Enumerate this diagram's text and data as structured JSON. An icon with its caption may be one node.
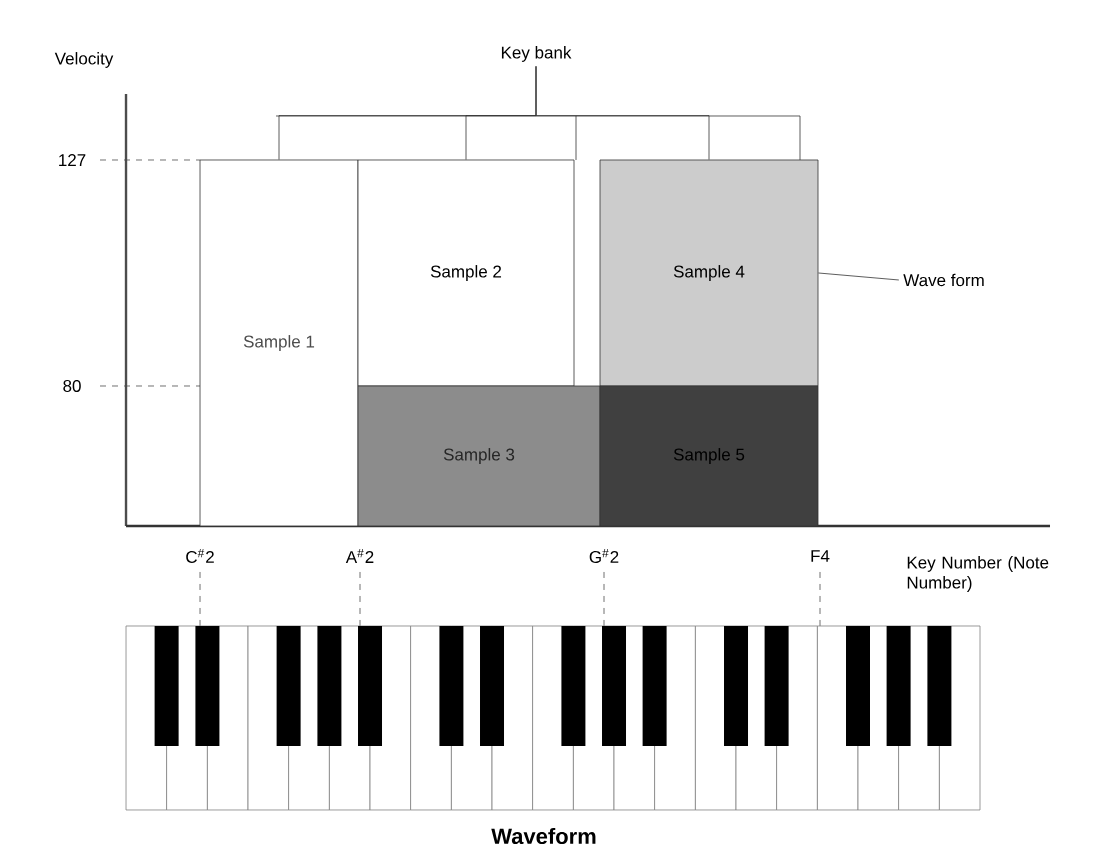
{
  "diagram": {
    "caption": "Waveform",
    "nodes": [
      {
        "text": [
          "Sample 1"
        ]
      },
      {
        "text": [
          "Sample 2"
        ]
      },
      {
        "text": [
          "Sample 3"
        ]
      },
      {
        "text": [
          "Sample 4"
        ]
      },
      {
        "text": [
          "Sample 5"
        ]
      },
      {
        "text": [
          "Key bank"
        ]
      },
      {
        "text": [
          "Wave form"
        ]
      }
    ],
    "edges": [
      {
        "from": 5,
        "to": 0,
        "arrow": "none"
      },
      {
        "from": 5,
        "to": 1,
        "arrow": "none"
      },
      {
        "from": 5,
        "to": 3,
        "arrow": "none"
      },
      {
        "from": 6,
        "to": 3,
        "arrow": "none"
      }
    ],
    "labels": [
      "Velocity",
      "127",
      "80",
      "C$^{#}$2",
      "A$^{#}$2",
      "G$^{#}$2",
      "F4",
      "Key Number (Note Number)"
    ]
  }
}
